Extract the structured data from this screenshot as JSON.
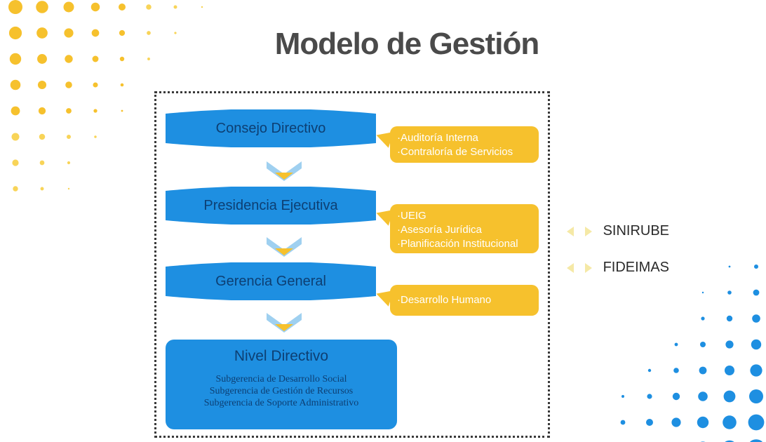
{
  "title": "Modelo de Gestión",
  "levels": [
    {
      "name": "Consejo Directivo",
      "units": [
        "·Auditoría Interna",
        "·Contraloría de Servicios"
      ]
    },
    {
      "name": "Presidencia Ejecutiva",
      "units": [
        "·UEIG",
        "·Asesoría Jurídica",
        "·Planificación Institucional"
      ]
    },
    {
      "name": "Gerencia General",
      "units": [
        "·Desarrollo Humano"
      ]
    }
  ],
  "nivel_directivo": {
    "title": "Nivel Directivo",
    "items": [
      "Subgerencia de Desarrollo Social",
      "Subgerencia de Gestión de Recursos",
      "Subgerencia de Soporte Administrativo"
    ]
  },
  "side_links": [
    "SINIRUBE",
    "FIDEIMAS"
  ],
  "colors": {
    "blue": "#1e8fe1",
    "dark_blue_text": "#0d3f73",
    "yellow": "#f6c12d",
    "title_gray": "#4a4a4a"
  }
}
